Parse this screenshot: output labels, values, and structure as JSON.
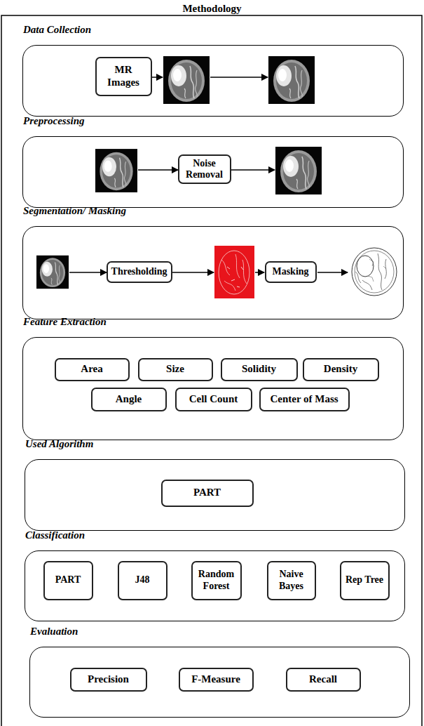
{
  "diagram": {
    "title": "Methodology",
    "nodes": [
      {
        "text": [
          "Data Collection"
        ]
      },
      {
        "text": [
          "MR Images"
        ],
        "in": 0
      },
      {
        "text": [
          "Preprocessing"
        ]
      },
      {
        "text": [
          "Noise Removal"
        ],
        "in": 2
      },
      {
        "text": [
          "Segmentation/ Masking"
        ]
      },
      {
        "text": [
          "Thresholding"
        ],
        "in": 4
      },
      {
        "text": [
          "Masking"
        ],
        "in": 4
      },
      {
        "text": [
          "Feature Extraction"
        ]
      },
      {
        "text": [
          "Area"
        ],
        "in": 7
      },
      {
        "text": [
          "Size"
        ],
        "in": 7
      },
      {
        "text": [
          "Solidity"
        ],
        "in": 7
      },
      {
        "text": [
          "Density"
        ],
        "in": 7
      },
      {
        "text": [
          "Angle"
        ],
        "in": 7
      },
      {
        "text": [
          "Cell Count"
        ],
        "in": 7
      },
      {
        "text": [
          "Center of Mass"
        ],
        "in": 7
      },
      {
        "text": [
          "Used Algorithm"
        ]
      },
      {
        "text": [
          "PART"
        ],
        "in": 15
      },
      {
        "text": [
          "Classification"
        ]
      },
      {
        "text": [
          "PART"
        ],
        "in": 17
      },
      {
        "text": [
          "J48"
        ],
        "in": 17
      },
      {
        "text": [
          "Random Forest"
        ],
        "in": 17
      },
      {
        "text": [
          "Naive Bayes"
        ],
        "in": 17
      },
      {
        "text": [
          "Rep Tree"
        ],
        "in": 17
      },
      {
        "text": [
          "Evaluation"
        ]
      },
      {
        "text": [
          "Precision"
        ],
        "in": 23
      },
      {
        "text": [
          "F-Measure"
        ],
        "in": 23
      },
      {
        "text": [
          "Recall"
        ],
        "in": 23
      }
    ]
  }
}
